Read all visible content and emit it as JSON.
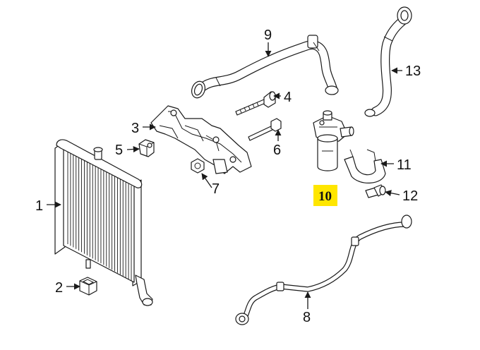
{
  "title": "Cooling system auxiliary water pump parts diagram",
  "highlight_color": "#ffe600",
  "callouts": {
    "c1": "1",
    "c2": "2",
    "c3": "3",
    "c4": "4",
    "c5": "5",
    "c6": "6",
    "c7": "7",
    "c8": "8",
    "c9": "9",
    "c10": "10",
    "c11": "11",
    "c12": "12",
    "c13": "13"
  }
}
